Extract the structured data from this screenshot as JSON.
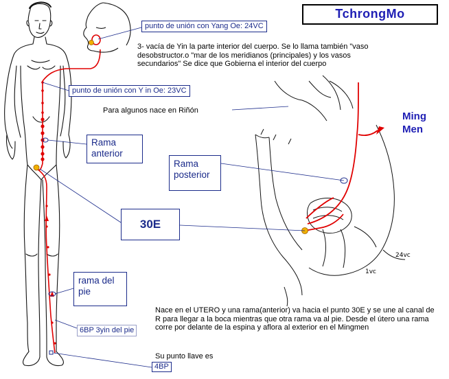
{
  "title": "TchrongMo",
  "labels": {
    "yang_union": "punto de unión con Yang Oe: 24VC",
    "yin_union": "punto de unión con Y in   Oe: 23VC",
    "rama_anterior": [
      "Rama",
      "anterior"
    ],
    "rama_posterior": [
      "Rama",
      "posterior"
    ],
    "point_30e": "30E",
    "rama_pie": [
      "rama del",
      "pie"
    ],
    "point_6bp": "6BP 3yin del pie",
    "point_4bp": "4BP",
    "ming_men": [
      "Ming",
      "Men"
    ],
    "pelvis_1vc": "1vc",
    "pelvis_24vc": "24vc"
  },
  "text": {
    "description_top": "3- vacía de Yin la parte interior del cuerpo. Se lo llama también \"vaso desobstructor.o \"mar de los meridianos (principales) y los vasos secundarios\" Se dice que Gobierna el interior del cuerpo",
    "rinon_note": "Para algunos nace en Riñón",
    "description_bottom": "Nace en el UTERO y una rama(anterior) va hacia el punto 30E y se une al canal de R para llegar a la boca mientras que otra rama va al pie. Desde el útero una rama corre por delante de la espina y aflora al exterior en el Mingmen",
    "key_point_note": "Su punto llave es"
  },
  "colors": {
    "meridian_red": "#e00000",
    "label_blue": "#1a2a8a",
    "title_blue": "#1e1eb4",
    "point_yellow": "#f0b000",
    "outline": "#111111"
  }
}
